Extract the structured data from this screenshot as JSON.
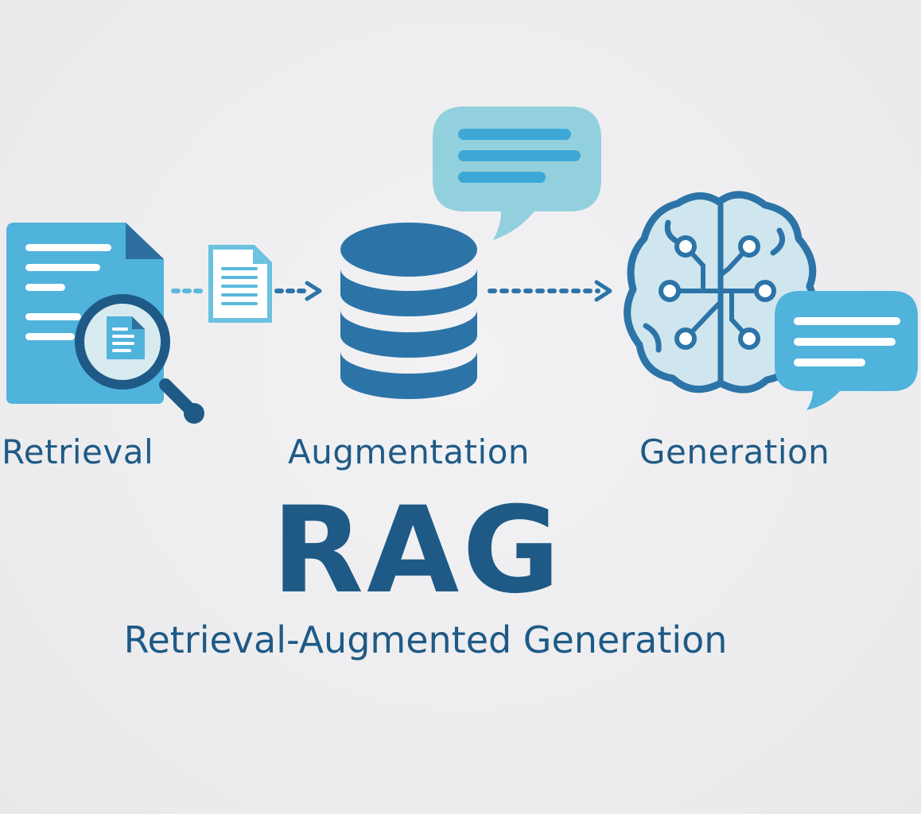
{
  "diagram": {
    "stages": [
      {
        "label": "Retrieval",
        "icon": "document-magnifier-icon"
      },
      {
        "label": "Augmentation",
        "icon": "database-icon"
      },
      {
        "label": "Generation",
        "icon": "brain-circuit-icon"
      }
    ],
    "acronym": "RAG",
    "expansion": "Retrieval-Augmented Generation"
  },
  "colors": {
    "background": "#ededef",
    "navy": "#1f5a86",
    "blue": "#2c74a8",
    "light_blue": "#4fb3dc",
    "pale_blue": "#cfe6ee",
    "bubble_teal": "#93d0de"
  }
}
